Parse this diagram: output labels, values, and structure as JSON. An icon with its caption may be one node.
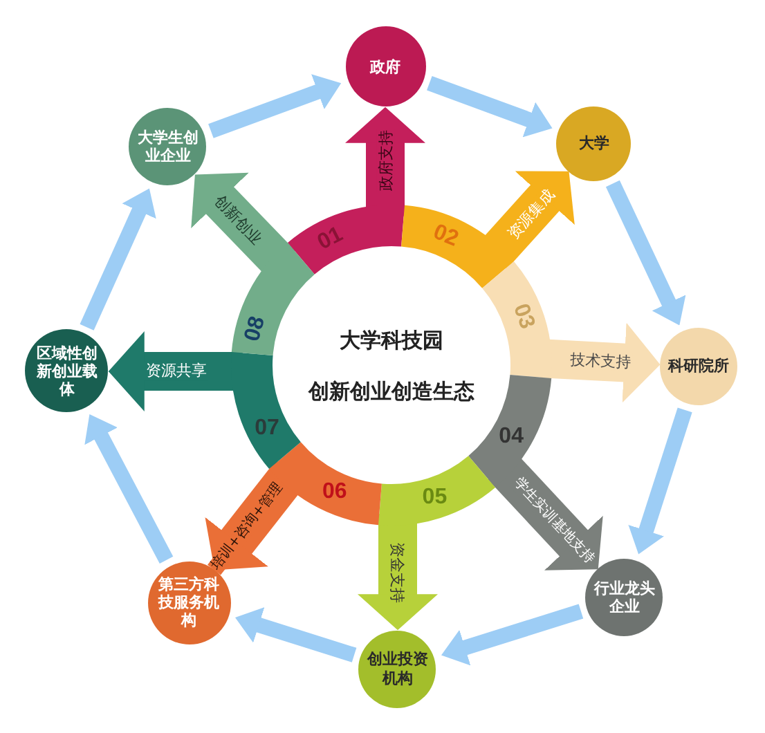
{
  "diagram": {
    "nodes": [
      {
        "text": [
          "大学科技园",
          "创新创业创造生态"
        ]
      },
      {
        "text": [
          "01"
        ]
      },
      {
        "text": [
          "02"
        ]
      },
      {
        "text": [
          "03"
        ]
      },
      {
        "text": [
          "04"
        ]
      },
      {
        "text": [
          "05"
        ]
      },
      {
        "text": [
          "06"
        ]
      },
      {
        "text": [
          "07"
        ]
      },
      {
        "text": [
          "08"
        ]
      },
      {
        "text": [
          "政府"
        ]
      },
      {
        "text": [
          "大学"
        ]
      },
      {
        "text": [
          "科研院所"
        ]
      },
      {
        "text": [
          "行业龙头企业"
        ]
      },
      {
        "text": [
          "创业投资机构"
        ]
      },
      {
        "text": [
          "第三方科技服务机构"
        ]
      },
      {
        "text": [
          "区域性创新创业载体"
        ]
      },
      {
        "text": [
          "大学生创业企业"
        ]
      }
    ],
    "edges": [
      {
        "from": 1,
        "to": 9,
        "arrow": "to",
        "label": "政府支持",
        "color": "#c41f5b"
      },
      {
        "from": 2,
        "to": 10,
        "arrow": "to",
        "label": "资源集成",
        "color": "#f5b11b"
      },
      {
        "from": 3,
        "to": 11,
        "arrow": "to",
        "label": "技术支持",
        "color": "#f8deb4"
      },
      {
        "from": 4,
        "to": 12,
        "arrow": "to",
        "label": "学生实训基地支持",
        "color": "#7b807c"
      },
      {
        "from": 5,
        "to": 13,
        "arrow": "to",
        "label": "资金支持",
        "color": "#b7d13a"
      },
      {
        "from": 6,
        "to": 14,
        "arrow": "to",
        "label": "培训+咨询+管理",
        "color": "#ea6f37"
      },
      {
        "from": 7,
        "to": 15,
        "arrow": "to",
        "label": "资源共享",
        "color": "#1f7a6a"
      },
      {
        "from": 8,
        "to": 16,
        "arrow": "to",
        "label": "创新创业",
        "color": "#72ad8a"
      },
      {
        "from": 9,
        "to": 10,
        "arrow": "to",
        "color": "#9dcdf5"
      },
      {
        "from": 10,
        "to": 11,
        "arrow": "to",
        "color": "#9dcdf5"
      },
      {
        "from": 11,
        "to": 12,
        "arrow": "to",
        "color": "#9dcdf5"
      },
      {
        "from": 12,
        "to": 13,
        "arrow": "to",
        "color": "#9dcdf5"
      },
      {
        "from": 13,
        "to": 14,
        "arrow": "to",
        "color": "#9dcdf5"
      },
      {
        "from": 14,
        "to": 15,
        "arrow": "to",
        "color": "#9dcdf5"
      },
      {
        "from": 15,
        "to": 16,
        "arrow": "to",
        "color": "#9dcdf5"
      },
      {
        "from": 16,
        "to": 9,
        "arrow": "to",
        "color": "#9dcdf5"
      }
    ]
  }
}
